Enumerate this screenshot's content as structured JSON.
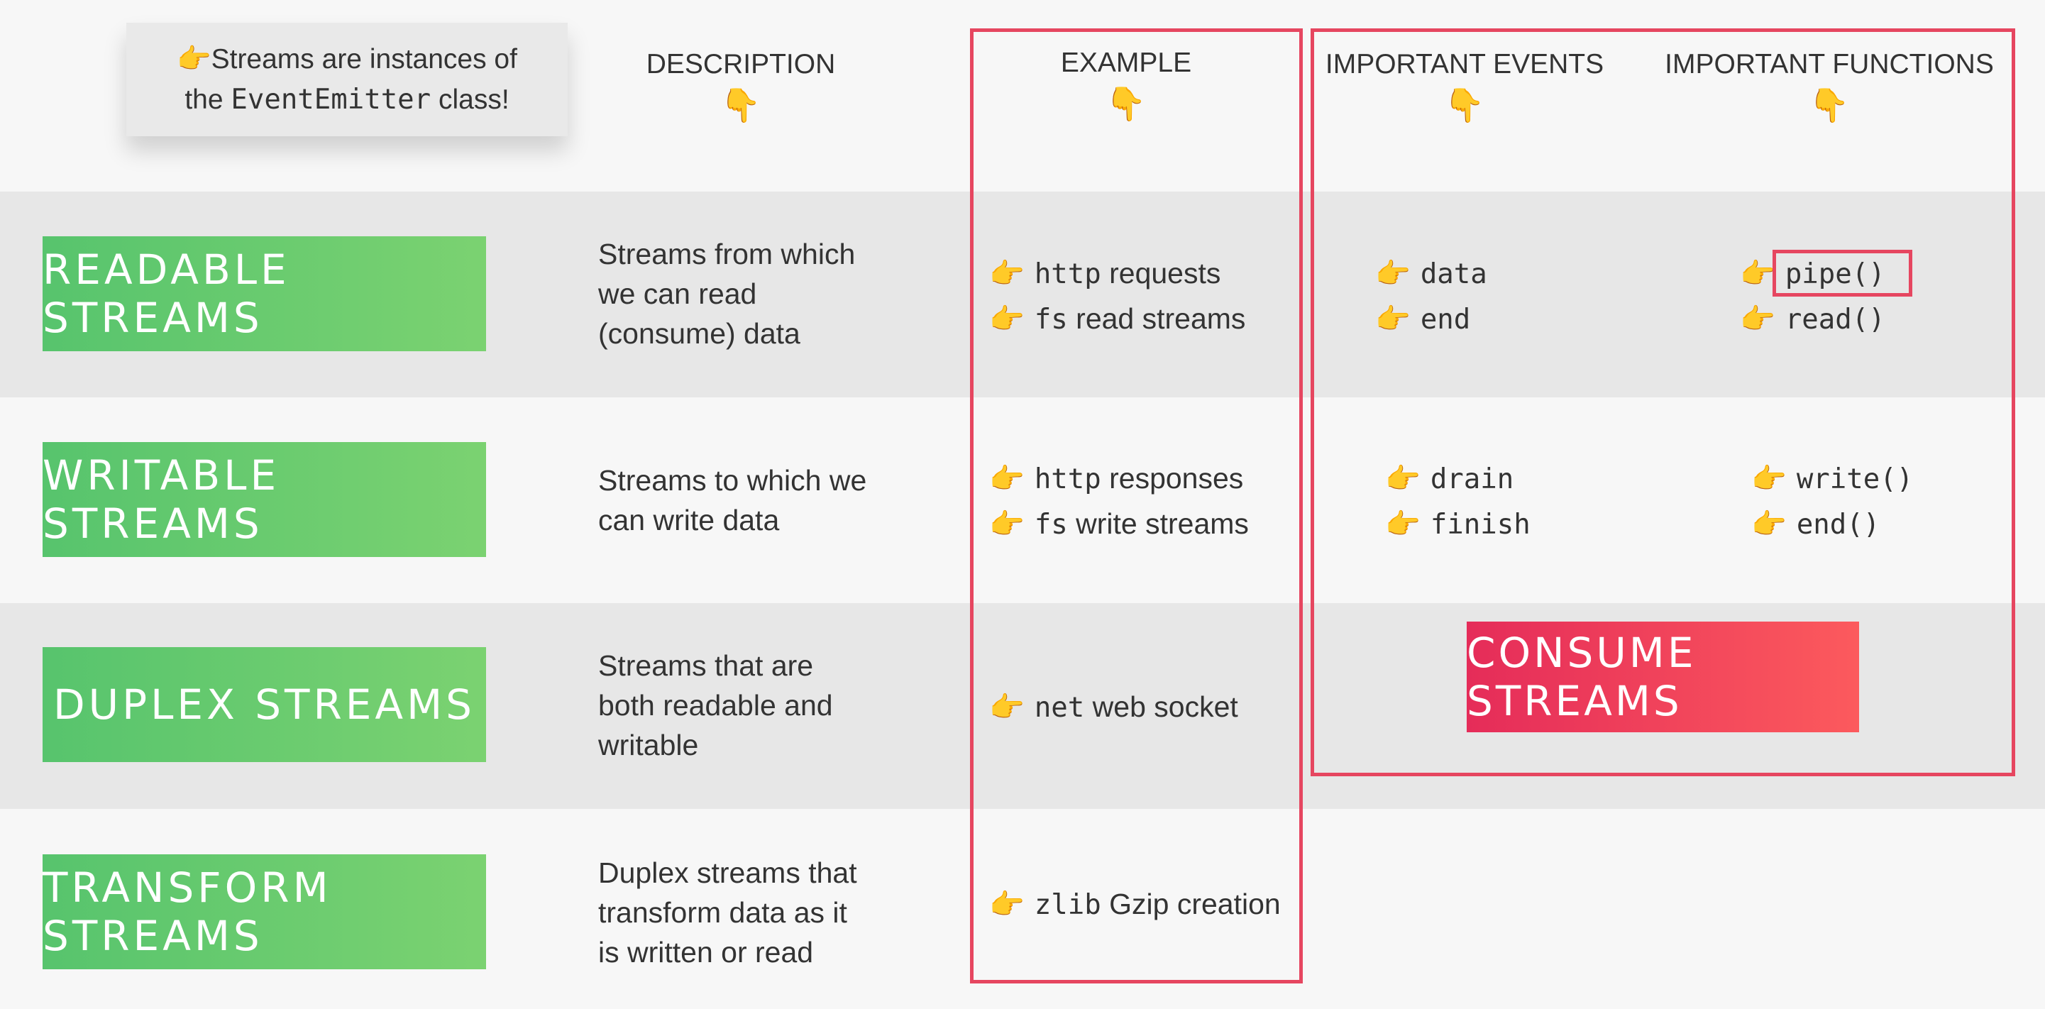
{
  "note": {
    "pointer_icon": "👉",
    "line1": "Streams are instances of",
    "line2_prefix": "the ",
    "line2_code": "EventEmitter",
    "line2_suffix": " class!"
  },
  "headers": {
    "description": "DESCRIPTION",
    "example": "EXAMPLE",
    "important_events": "IMPORTANT EVENTS",
    "important_functions": "IMPORTANT FUNCTIONS",
    "pointer_down_icon": "👇"
  },
  "rows": [
    {
      "label": "READABLE STREAMS",
      "desc": [
        "Streams from which",
        "we can read",
        "(consume) data"
      ],
      "examples": [
        {
          "code": "http",
          "text": " requests"
        },
        {
          "code": "fs",
          "text": " read streams"
        }
      ],
      "events": [
        "data",
        "end"
      ],
      "functions": [
        "pipe()",
        "read()"
      ]
    },
    {
      "label": "WRITABLE STREAMS",
      "desc": [
        "Streams to which we",
        "can write data"
      ],
      "examples": [
        {
          "code": "http",
          "text": " responses"
        },
        {
          "code": "fs",
          "text": " write streams"
        }
      ],
      "events": [
        "drain",
        "finish"
      ],
      "functions": [
        "write()",
        "end()"
      ]
    },
    {
      "label": "DUPLEX STREAMS",
      "desc": [
        "Streams that are",
        "both readable and",
        "writable"
      ],
      "examples": [
        {
          "code": "net",
          "text": " web socket"
        }
      ]
    },
    {
      "label": "TRANSFORM STREAMS",
      "desc": [
        "Duplex streams that",
        "transform data as it",
        "is written or read"
      ],
      "examples": [
        {
          "code": "zlib",
          "text": " Gzip creation"
        }
      ]
    }
  ],
  "bullet_icon": "👉",
  "consume_label": "CONSUME STREAMS",
  "colors": {
    "green_start": "#57c46d",
    "green_end": "#7bd271",
    "red_start": "#e52c59",
    "red_end": "#fc5a5d",
    "frame": "#e64660",
    "band": "#e7e7e7",
    "background": "#f7f7f7"
  }
}
